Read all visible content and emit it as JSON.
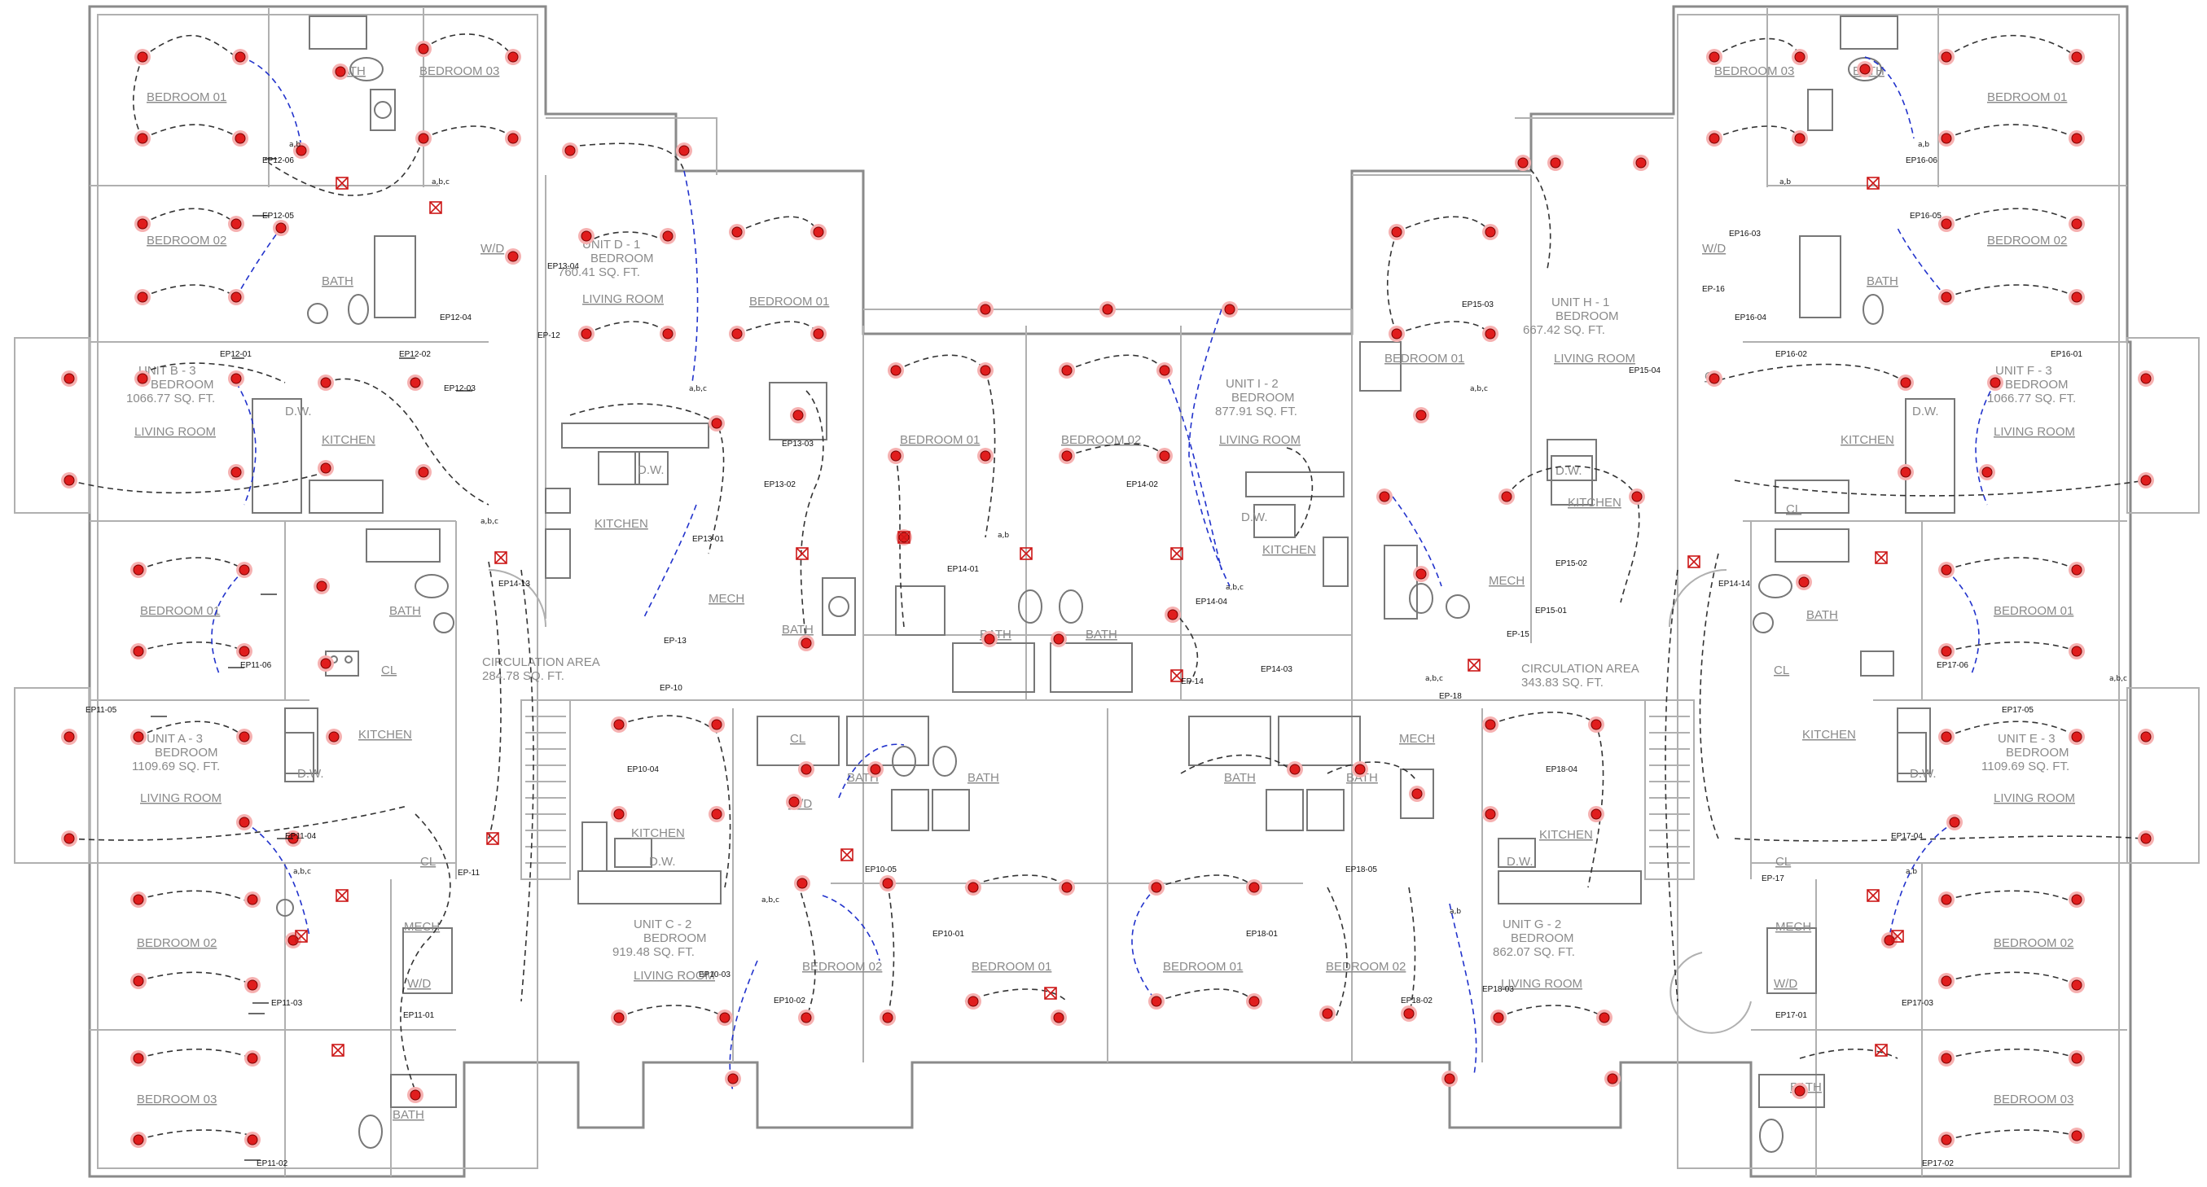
{
  "drawing": {
    "units": [
      {
        "id": "B",
        "name": "UNIT B - 3",
        "sub": "BEDROOM",
        "area": "1066.77 SQ. FT."
      },
      {
        "id": "D",
        "name": "UNIT D - 1",
        "sub": "BEDROOM",
        "area": "760.41 SQ. FT."
      },
      {
        "id": "I",
        "name": "UNIT I - 2",
        "sub": "BEDROOM",
        "area": "877.91 SQ. FT."
      },
      {
        "id": "H",
        "name": "UNIT H - 1",
        "sub": "BEDROOM",
        "area": "667.42 SQ. FT."
      },
      {
        "id": "F",
        "name": "UNIT F - 3",
        "sub": "BEDROOM",
        "area": "1066.77 SQ. FT."
      },
      {
        "id": "A",
        "name": "UNIT A - 3",
        "sub": "BEDROOM",
        "area": "1109.69 SQ. FT."
      },
      {
        "id": "C",
        "name": "UNIT C - 2",
        "sub": "BEDROOM",
        "area": "919.48 SQ. FT."
      },
      {
        "id": "G",
        "name": "UNIT G - 2",
        "sub": "BEDROOM",
        "area": "862.07 SQ. FT."
      },
      {
        "id": "E",
        "name": "UNIT E - 3",
        "sub": "BEDROOM",
        "area": "1109.69 SQ. FT."
      }
    ],
    "circulation": [
      {
        "name": "CIRCULATION AREA",
        "area": "284.78 SQ. FT."
      },
      {
        "name": "CIRCULATION AREA",
        "area": "343.83 SQ. FT."
      }
    ],
    "rooms": {
      "bedroom01": "BEDROOM 01",
      "bedroom02": "BEDROOM 02",
      "bedroom03": "BEDROOM 03",
      "bath": "BATH",
      "kitchen": "KITCHEN",
      "living": "LIVING ROOM",
      "wd": "W/D",
      "mech": "MECH",
      "cl": "CL",
      "dw": "D.W."
    },
    "tags": {
      "EP10_01": "EP10-01",
      "EP10_02": "EP10-02",
      "EP10_03": "EP10-03",
      "EP10_04": "EP10-04",
      "EP10_05": "EP10-05",
      "EP11_01": "EP11-01",
      "EP11_02": "EP11-02",
      "EP11_03": "EP11-03",
      "EP11_04": "EP11-04",
      "EP11_05": "EP11-05",
      "EP11_06": "EP11-06",
      "EP12_01": "EP12-01",
      "EP12_02": "EP12-02",
      "EP12_03": "EP12-03",
      "EP12_04": "EP12-04",
      "EP12_05": "EP12-05",
      "EP12_06": "EP12-06",
      "EP13_01": "EP13-01",
      "EP13_02": "EP13-02",
      "EP13_03": "EP13-03",
      "EP13_04": "EP13-04",
      "EP14_01": "EP14-01",
      "EP14_02": "EP14-02",
      "EP14_03": "EP14-03",
      "EP14_04": "EP14-04",
      "EP14_13": "EP14-13",
      "EP14_14": "EP14-14",
      "EP15_01": "EP15-01",
      "EP15_02": "EP15-02",
      "EP15_03": "EP15-03",
      "EP15_04": "EP15-04",
      "EP16_01": "EP16-01",
      "EP16_02": "EP16-02",
      "EP16_03": "EP16-03",
      "EP16_04": "EP16-04",
      "EP16_05": "EP16-05",
      "EP16_06": "EP16-06",
      "EP17_01": "EP17-01",
      "EP17_02": "EP17-02",
      "EP17_03": "EP17-03",
      "EP17_04": "EP17-04",
      "EP17_05": "EP17-05",
      "EP17_06": "EP17-06",
      "EP18_01": "EP18-01",
      "EP18_02": "EP18-02",
      "EP18_03": "EP18-03",
      "EP18_04": "EP18-04",
      "EP18_05": "EP18-05",
      "EP_10": "EP-10",
      "EP_11": "EP-11",
      "EP_12": "EP-12",
      "EP_13": "EP-13",
      "EP_14": "EP-14",
      "EP_15": "EP-15",
      "EP_16": "EP-16",
      "EP_17": "EP-17",
      "EP_18": "EP-18"
    },
    "switch_labels": {
      "a": "a",
      "b": "b",
      "c": "c",
      "ab": "a,b",
      "abc": "a,b,c"
    },
    "colors": {
      "wall": "#8a8a8a",
      "circuit": "#333333",
      "circuit_alt": "#2233cc",
      "device": "#e01d1d",
      "device_halo": "#f6b1b1",
      "tag": "#111111"
    }
  }
}
